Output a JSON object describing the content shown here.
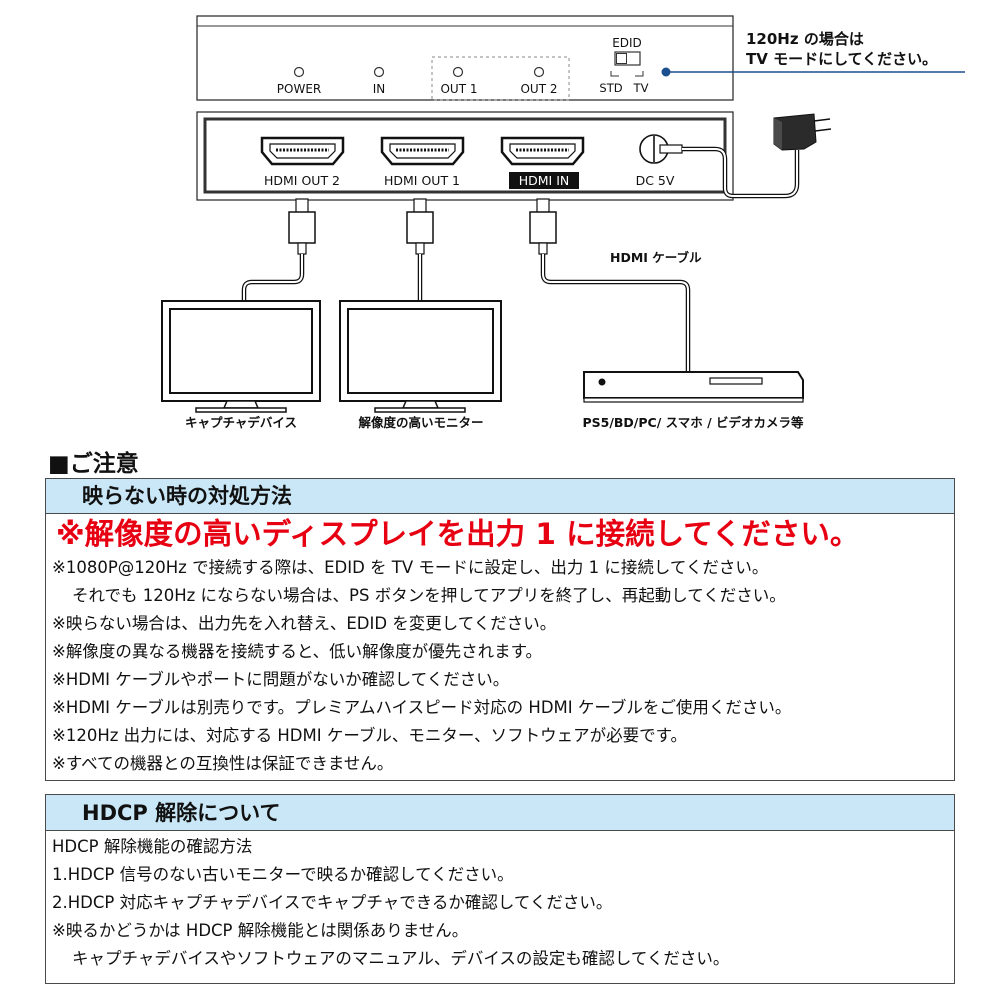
{
  "device": {
    "front_labels": {
      "power": "POWER",
      "in": "IN",
      "out1": "OUT 1",
      "out2": "OUT 2"
    },
    "edid": {
      "title": "EDID",
      "std": "STD",
      "tv": "TV"
    },
    "rear_labels": {
      "out2": "HDMI OUT 2",
      "out1": "HDMI OUT 1",
      "in": "HDMI IN",
      "dc": "DC 5V"
    }
  },
  "callout": {
    "line1": "120Hz の場合は",
    "line2": "TV モードにしてください。"
  },
  "cable_label": "HDMI ケーブル",
  "devices": {
    "capture": "キャプチャデバイス",
    "monitor": "解像度の高いモニター",
    "source": "PS5/BD/PC/ スマホ / ビデオカメラ等"
  },
  "notes": {
    "title": "■ご注意",
    "section1": {
      "heading": "映らない時の対処方法",
      "warning": "※解像度の高いディスプレイを出力 1 に接続してください。",
      "lines": [
        "※1080P@120Hz で接続する際は、EDID を TV モードに設定し、出力 1 に接続してください。",
        "それでも 120Hz にならない場合は、PS ボタンを押してアプリを終了し、再起動してください。",
        "※映らない場合は、出力先を入れ替え、EDID を変更してください。",
        "※解像度の異なる機器を接続すると、低い解像度が優先されます。",
        "※HDMI ケーブルやポートに問題がないか確認してください。",
        "※HDMI ケーブルは別売りです。プレミアムハイスピード対応の HDMI ケーブルをご使用ください。",
        "※120Hz 出力には、対応する HDMI ケーブル、モニター、ソフトウェアが必要です。",
        "※すべての機器との互換性は保証できません。"
      ]
    },
    "section2": {
      "heading": "HDCP 解除について",
      "lines": [
        "HDCP 解除機能の確認方法",
        "1.HDCP 信号のない古いモニターで映るか確認してください。",
        "2.HDCP 対応キャプチャデバイスでキャプチャできるか確認してください。",
        "※映るかどうかは HDCP 解除機能とは関係ありません。",
        "キャプチャデバイスやソフトウェアのマニュアル、デバイスの設定も確認してください。"
      ]
    }
  },
  "colors": {
    "accent_blue": "#1c4f8f",
    "header_bg": "#c9e7f6",
    "warning_red": "#e60012"
  },
  "icons": [
    "power-led-icon",
    "hdmi-port-icon",
    "dc-jack-icon",
    "power-adapter-icon",
    "monitor-icon",
    "game-console-icon"
  ]
}
